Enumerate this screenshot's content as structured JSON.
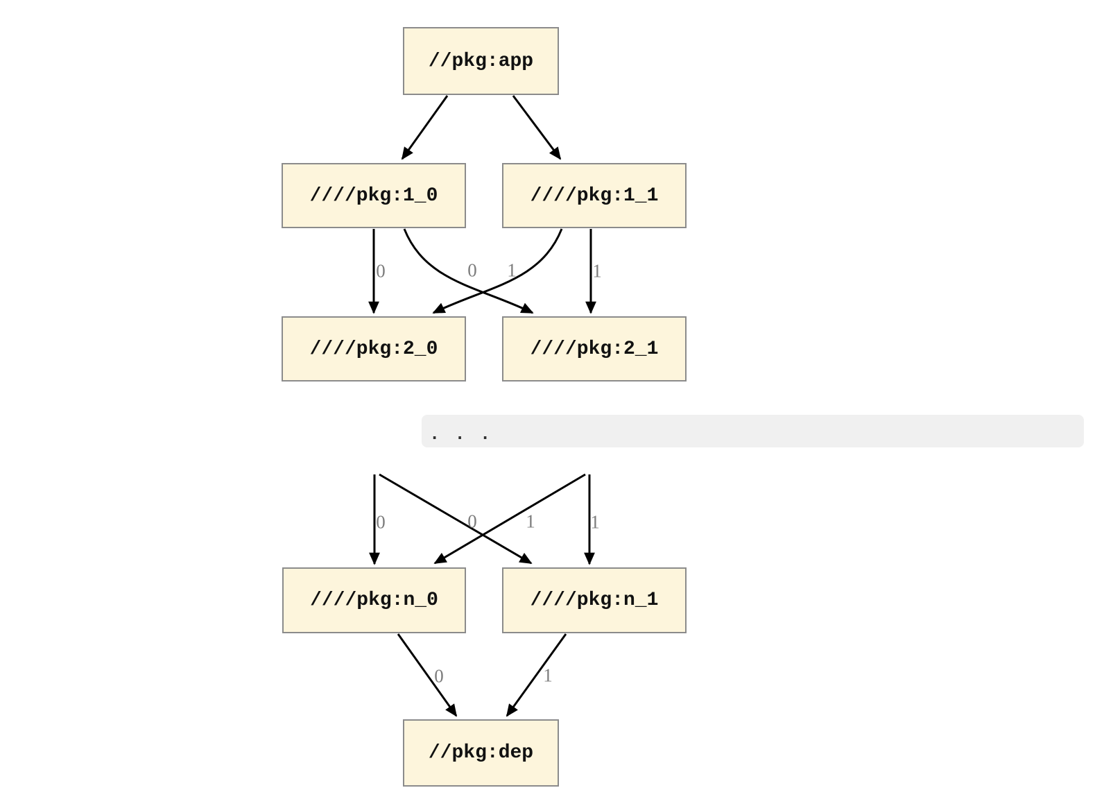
{
  "diagram": {
    "type": "dependency-graph",
    "nodes": {
      "app": {
        "label": "//pkg:app"
      },
      "n1_0": {
        "label": "////pkg:1_0"
      },
      "n1_1": {
        "label": "////pkg:1_1"
      },
      "n2_0": {
        "label": "////pkg:2_0"
      },
      "n2_1": {
        "label": "////pkg:2_1"
      },
      "nn_0": {
        "label": "////pkg:n_0"
      },
      "nn_1": {
        "label": "////pkg:n_1"
      },
      "dep": {
        "label": "//pkg:dep"
      }
    },
    "ellipsis_text": ". . .",
    "edges": [
      {
        "from": "//pkg:app",
        "to": "////pkg:1_0",
        "label": ""
      },
      {
        "from": "//pkg:app",
        "to": "////pkg:1_1",
        "label": ""
      },
      {
        "from": "////pkg:1_0",
        "to": "////pkg:2_0",
        "label": "0"
      },
      {
        "from": "////pkg:1_1",
        "to": "////pkg:2_0",
        "label": "0"
      },
      {
        "from": "////pkg:1_0",
        "to": "////pkg:2_1",
        "label": "1"
      },
      {
        "from": "////pkg:1_1",
        "to": "////pkg:2_1",
        "label": "1"
      },
      {
        "from": "...",
        "to": "////pkg:n_0",
        "label": "0"
      },
      {
        "from": "...",
        "to": "////pkg:n_0",
        "label": "0"
      },
      {
        "from": "...",
        "to": "////pkg:n_1",
        "label": "1"
      },
      {
        "from": "...",
        "to": "////pkg:n_1",
        "label": "1"
      },
      {
        "from": "////pkg:n_0",
        "to": "//pkg:dep",
        "label": "0"
      },
      {
        "from": "////pkg:n_1",
        "to": "//pkg:dep",
        "label": "1"
      }
    ],
    "edge_labels": {
      "t_1_0_to_2_0": "0",
      "t_1_1_to_2_0": "0",
      "t_1_0_to_2_1": "1",
      "t_1_1_to_2_1": "1",
      "m_to_n_0_straight": "0",
      "m_to_n_0_cross": "0",
      "m_to_n_1_cross": "1",
      "m_to_n_1_straight": "1",
      "b_n_0_to_dep": "0",
      "b_n_1_to_dep": "1"
    },
    "colors": {
      "node_fill": "#FDF5DC",
      "node_border": "#8B8B8B",
      "edge_stroke": "#000000",
      "edge_label_text": "#7D7D7D",
      "ellipsis_bar_bg": "#F0F0F0",
      "background": "#FFFFFF"
    }
  }
}
